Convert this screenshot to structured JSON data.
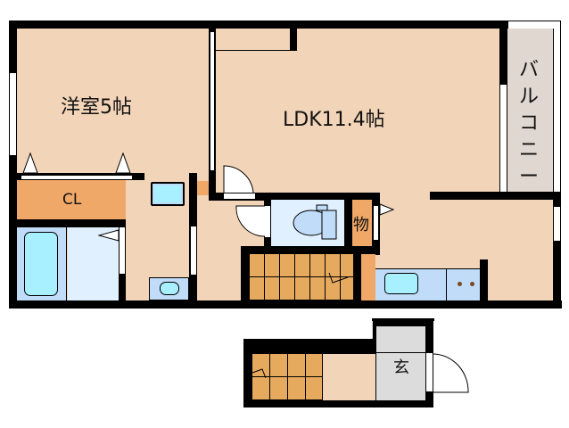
{
  "rooms": {
    "western_room": {
      "label": "洋室5帖"
    },
    "ldk": {
      "label": "LDK11.4帖"
    },
    "closet": {
      "label": "CL"
    },
    "storage": {
      "label": "物"
    },
    "balcony": {
      "label": "バルコニー"
    },
    "entrance": {
      "label": "玄"
    }
  },
  "colors": {
    "floor": "#f2d4b8",
    "closet": "#f0a868",
    "balcony": "#e0d8d0",
    "bath": "#c0dcf8",
    "wet_floor": "#e0f0ff",
    "fixture": "#a8f0ff",
    "stairs": "#e6aa5f",
    "entrance": "#dcdcdc",
    "wall": "#000000"
  }
}
